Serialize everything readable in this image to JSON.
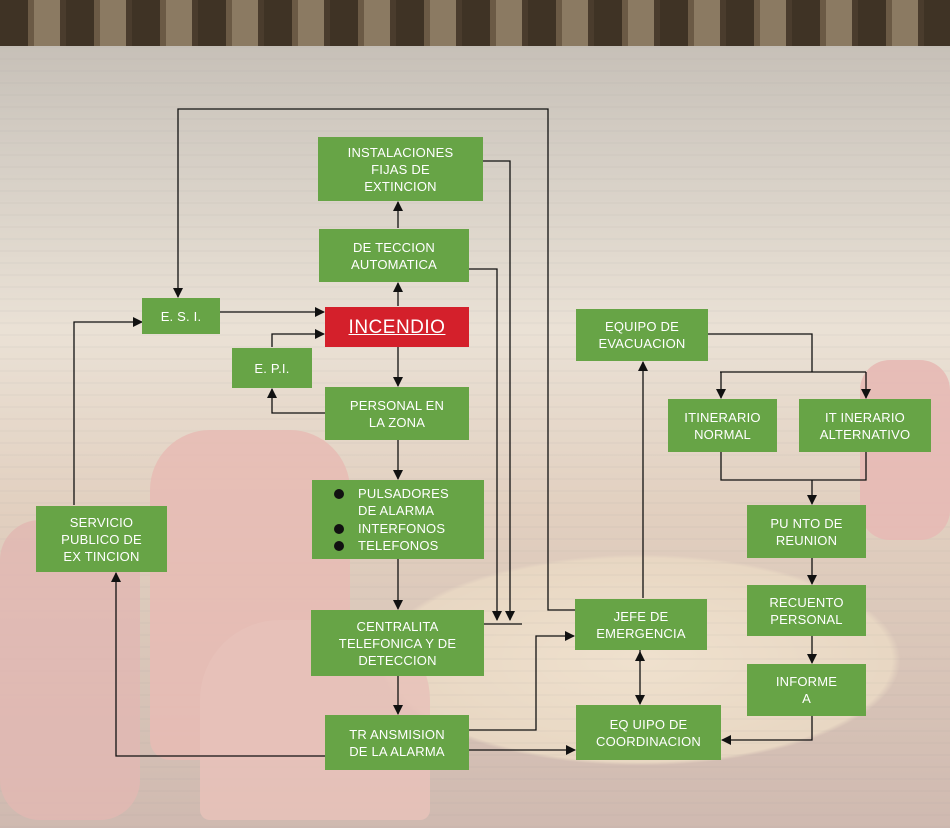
{
  "nodes": {
    "instalaciones": "INSTALACIONES\nFIJAS DE\nEXTINCION",
    "deteccion": "DE TECCION\nAUTOMATICA",
    "esi": "E. S. I.",
    "incendio": "INCENDIO",
    "epi": "E. P.I.",
    "personal": "PERSONAL EN\nLA ZONA",
    "alarm_items": [
      "PULSADORES\nDE ALARMA",
      "INTERFONOS",
      "TELEFONOS"
    ],
    "servicio": "SERVICIO\nPUBLICO DE\nEX TINCION",
    "centralita": "CENTRALITA\nTELEFONICA Y DE\nDETECCION",
    "transmision": "TR ANSMISION\nDE LA ALARMA",
    "equipo_evacuacion": "EQUIPO DE\nEVACUACION",
    "itinerario_normal": "ITINERARIO\nNORMAL",
    "itinerario_alternativo": "IT INERARIO\nALTERNATIVO",
    "punto_reunion": "PU NTO DE\nREUNION",
    "recuento": "RECUENTO\nPERSONAL",
    "informe": "INFORME\nA",
    "jefe": "JEFE DE\nEMERGENCIA",
    "coordinacion": "EQ UIPO DE\nCOORDINACION"
  },
  "colors": {
    "box": "#67a446",
    "alert": "#d4202b",
    "line": "#111111"
  }
}
